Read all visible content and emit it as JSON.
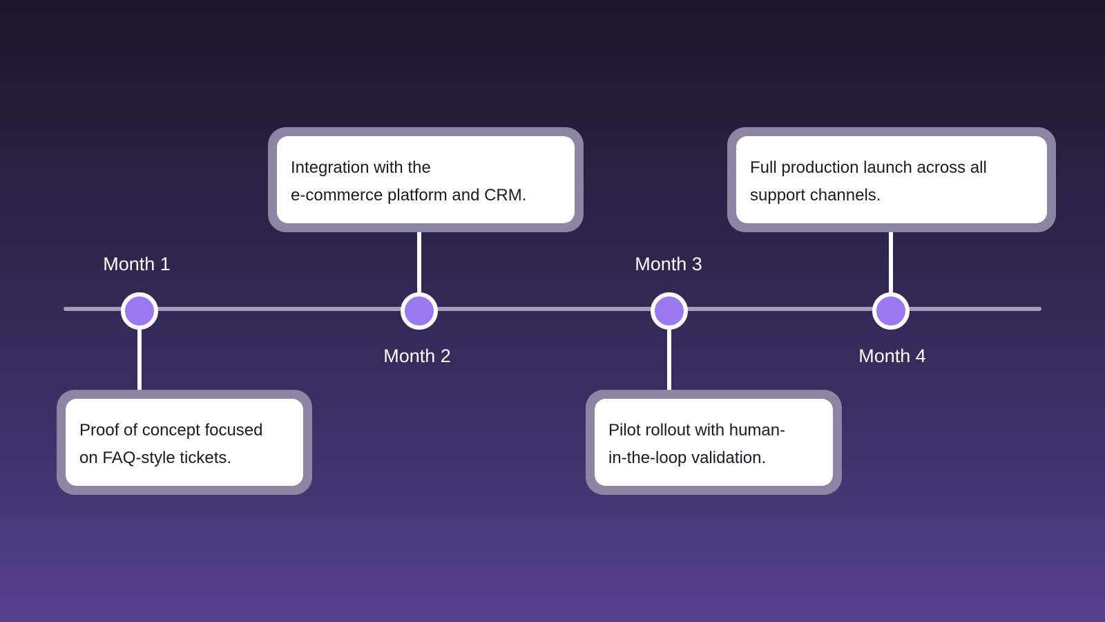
{
  "milestones": [
    {
      "label": "Month 1",
      "text": "Proof of concept focused\non FAQ-style tickets."
    },
    {
      "label": "Month 2",
      "text": "Integration with the\ne-commerce platform and CRM."
    },
    {
      "label": "Month 3",
      "text": "Pilot rollout with human-\nin-the-loop validation."
    },
    {
      "label": "Month 4",
      "text": "Full production launch across all\nsupport channels."
    }
  ],
  "colors": {
    "node_fill": "#9a78f0",
    "card_frame": "#8c85a3",
    "axis": "#a49bbd"
  }
}
